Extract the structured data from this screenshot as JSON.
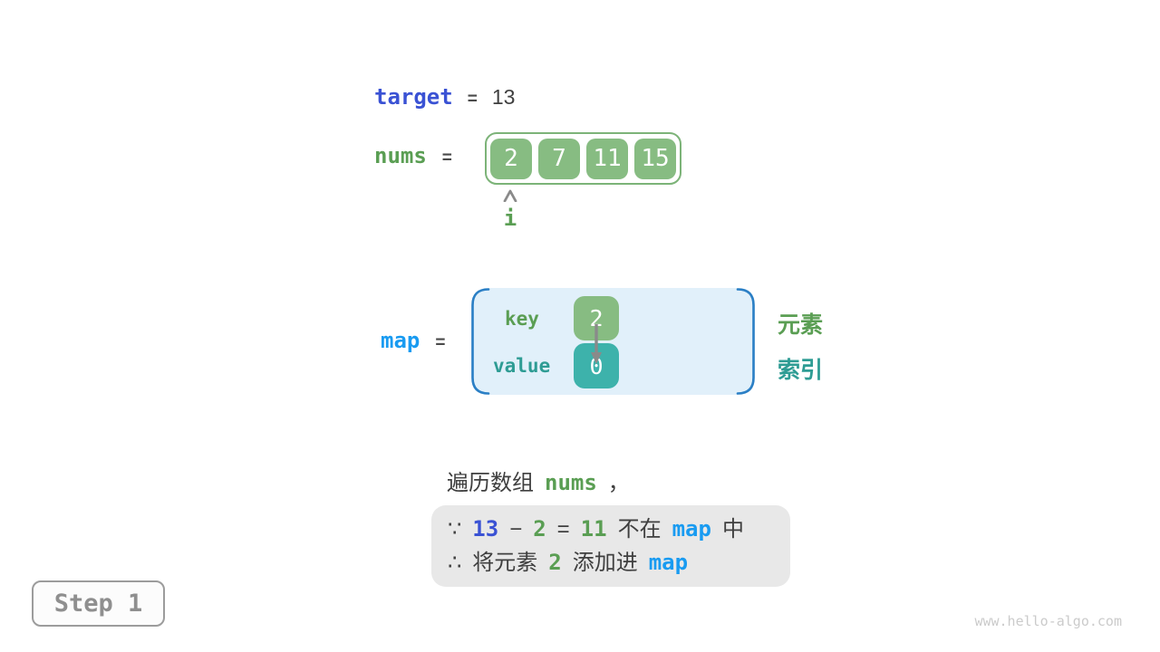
{
  "colors": {
    "royal_blue": "#3A52D4",
    "sky_blue": "#199BF1",
    "green_text": "#5A9E53",
    "green_fill": "#87BC82",
    "green_border": "#7CB378",
    "teal_text": "#2E9C94",
    "teal_fill": "#3DB2AB",
    "map_fill": "#E1F0FA",
    "map_bracket": "#2B7FC5",
    "dark_text": "#3F3F3F",
    "gray_arrow": "#8A8A8A",
    "note_bg": "#E8E8E8",
    "step_text": "#8F8F8F",
    "watermark": "#CBCBCB"
  },
  "target_row": {
    "label": "target",
    "equals": "=",
    "value": "13"
  },
  "nums_row": {
    "label": "nums",
    "equals": "=",
    "cells": [
      "2",
      "7",
      "11",
      "15"
    ],
    "pointer_label": "i"
  },
  "map_row": {
    "label": "map",
    "equals": "=",
    "key_label": "key",
    "value_label": "value",
    "key_cell": "2",
    "value_cell": "0",
    "legend_element": "元素",
    "legend_index": "索引"
  },
  "caption": {
    "prefix": "遍历数组",
    "code": "nums",
    "suffix": "，"
  },
  "note_box": {
    "line1": [
      {
        "t": "∵"
      },
      {
        "t": "13"
      },
      {
        "t": "−"
      },
      {
        "t": "2"
      },
      {
        "t": "="
      },
      {
        "t": "11"
      },
      {
        "t": "不在"
      },
      {
        "t": "map"
      },
      {
        "t": "中"
      }
    ],
    "line2": [
      {
        "t": "∴"
      },
      {
        "t": "将元素"
      },
      {
        "t": "2"
      },
      {
        "t": "添加进"
      },
      {
        "t": "map"
      }
    ]
  },
  "step_badge": "Step 1",
  "watermark": "www.hello-algo.com"
}
